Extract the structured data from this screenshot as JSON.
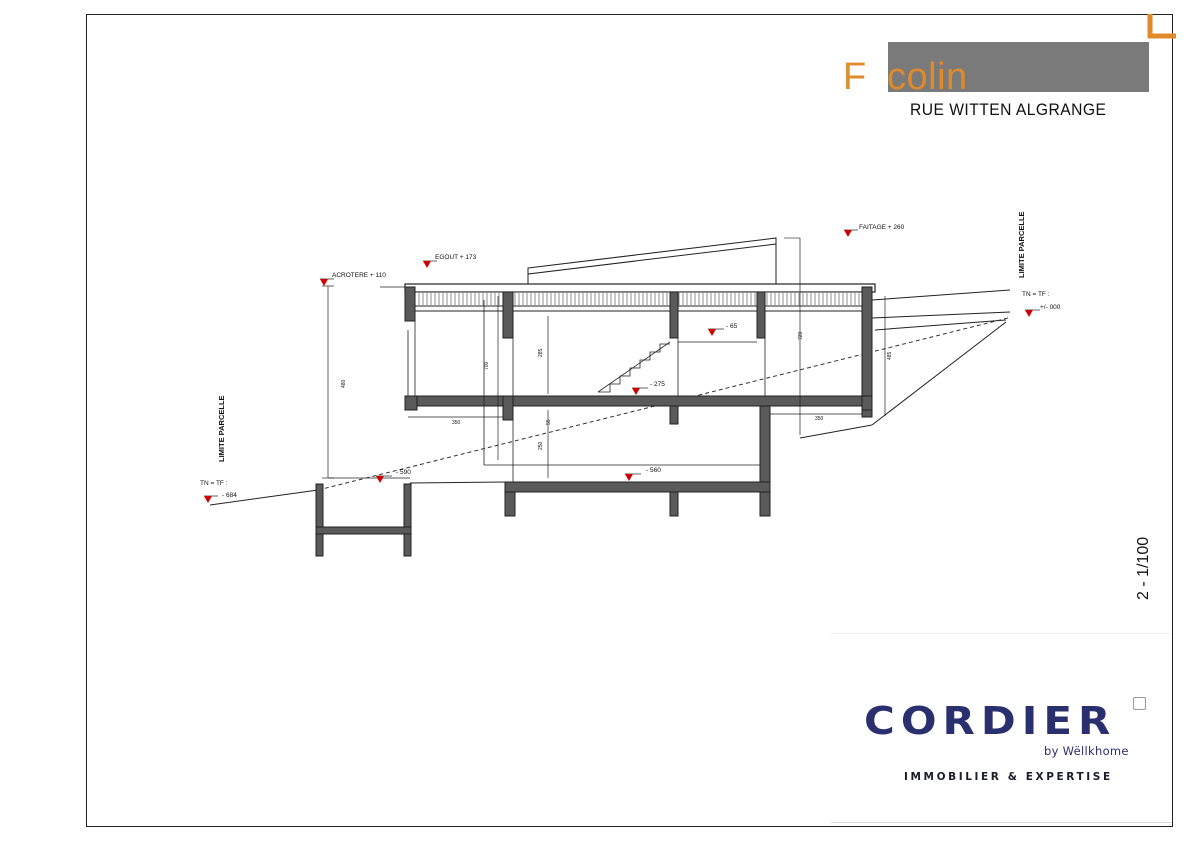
{
  "title_block": {
    "letter": "F",
    "name": "colin",
    "street": "RUE  WITTEN  ALGRANGE",
    "scale": "2 - 1/100",
    "colors": {
      "accent": "#e08a2a",
      "header_bar": "#7a7a7a",
      "brand": "#2a2f6e"
    }
  },
  "levels": {
    "faitage": "FAITAGE  +  260",
    "egout": "EGOUT  +  173",
    "acrotere": "ACROTERE  +  110",
    "tn_tf_right": "TN  =  TF :",
    "tn_tf_right_value": "+/- 000",
    "tn_tf_left": "TN  =  TF :",
    "tn_tf_left_value": "- 684",
    "level_m65": "- 65",
    "level_m275": "- 275",
    "level_m590": "- 590",
    "level_m560": "- 560"
  },
  "limits": {
    "right": "LIMITE  PARCELLE",
    "left": "LIMITE  PARCELLE"
  },
  "dimensions": {
    "d480": "480",
    "d700": "700",
    "d285": "285",
    "d55": "55",
    "d250": "250",
    "d350_left": "350",
    "d350_right": "350",
    "d720": "720",
    "d485": "485"
  },
  "logo": {
    "brand": "CORDIER",
    "byline": "by Wëllkhome",
    "tagline": "IMMOBILIER & EXPERTISE"
  }
}
